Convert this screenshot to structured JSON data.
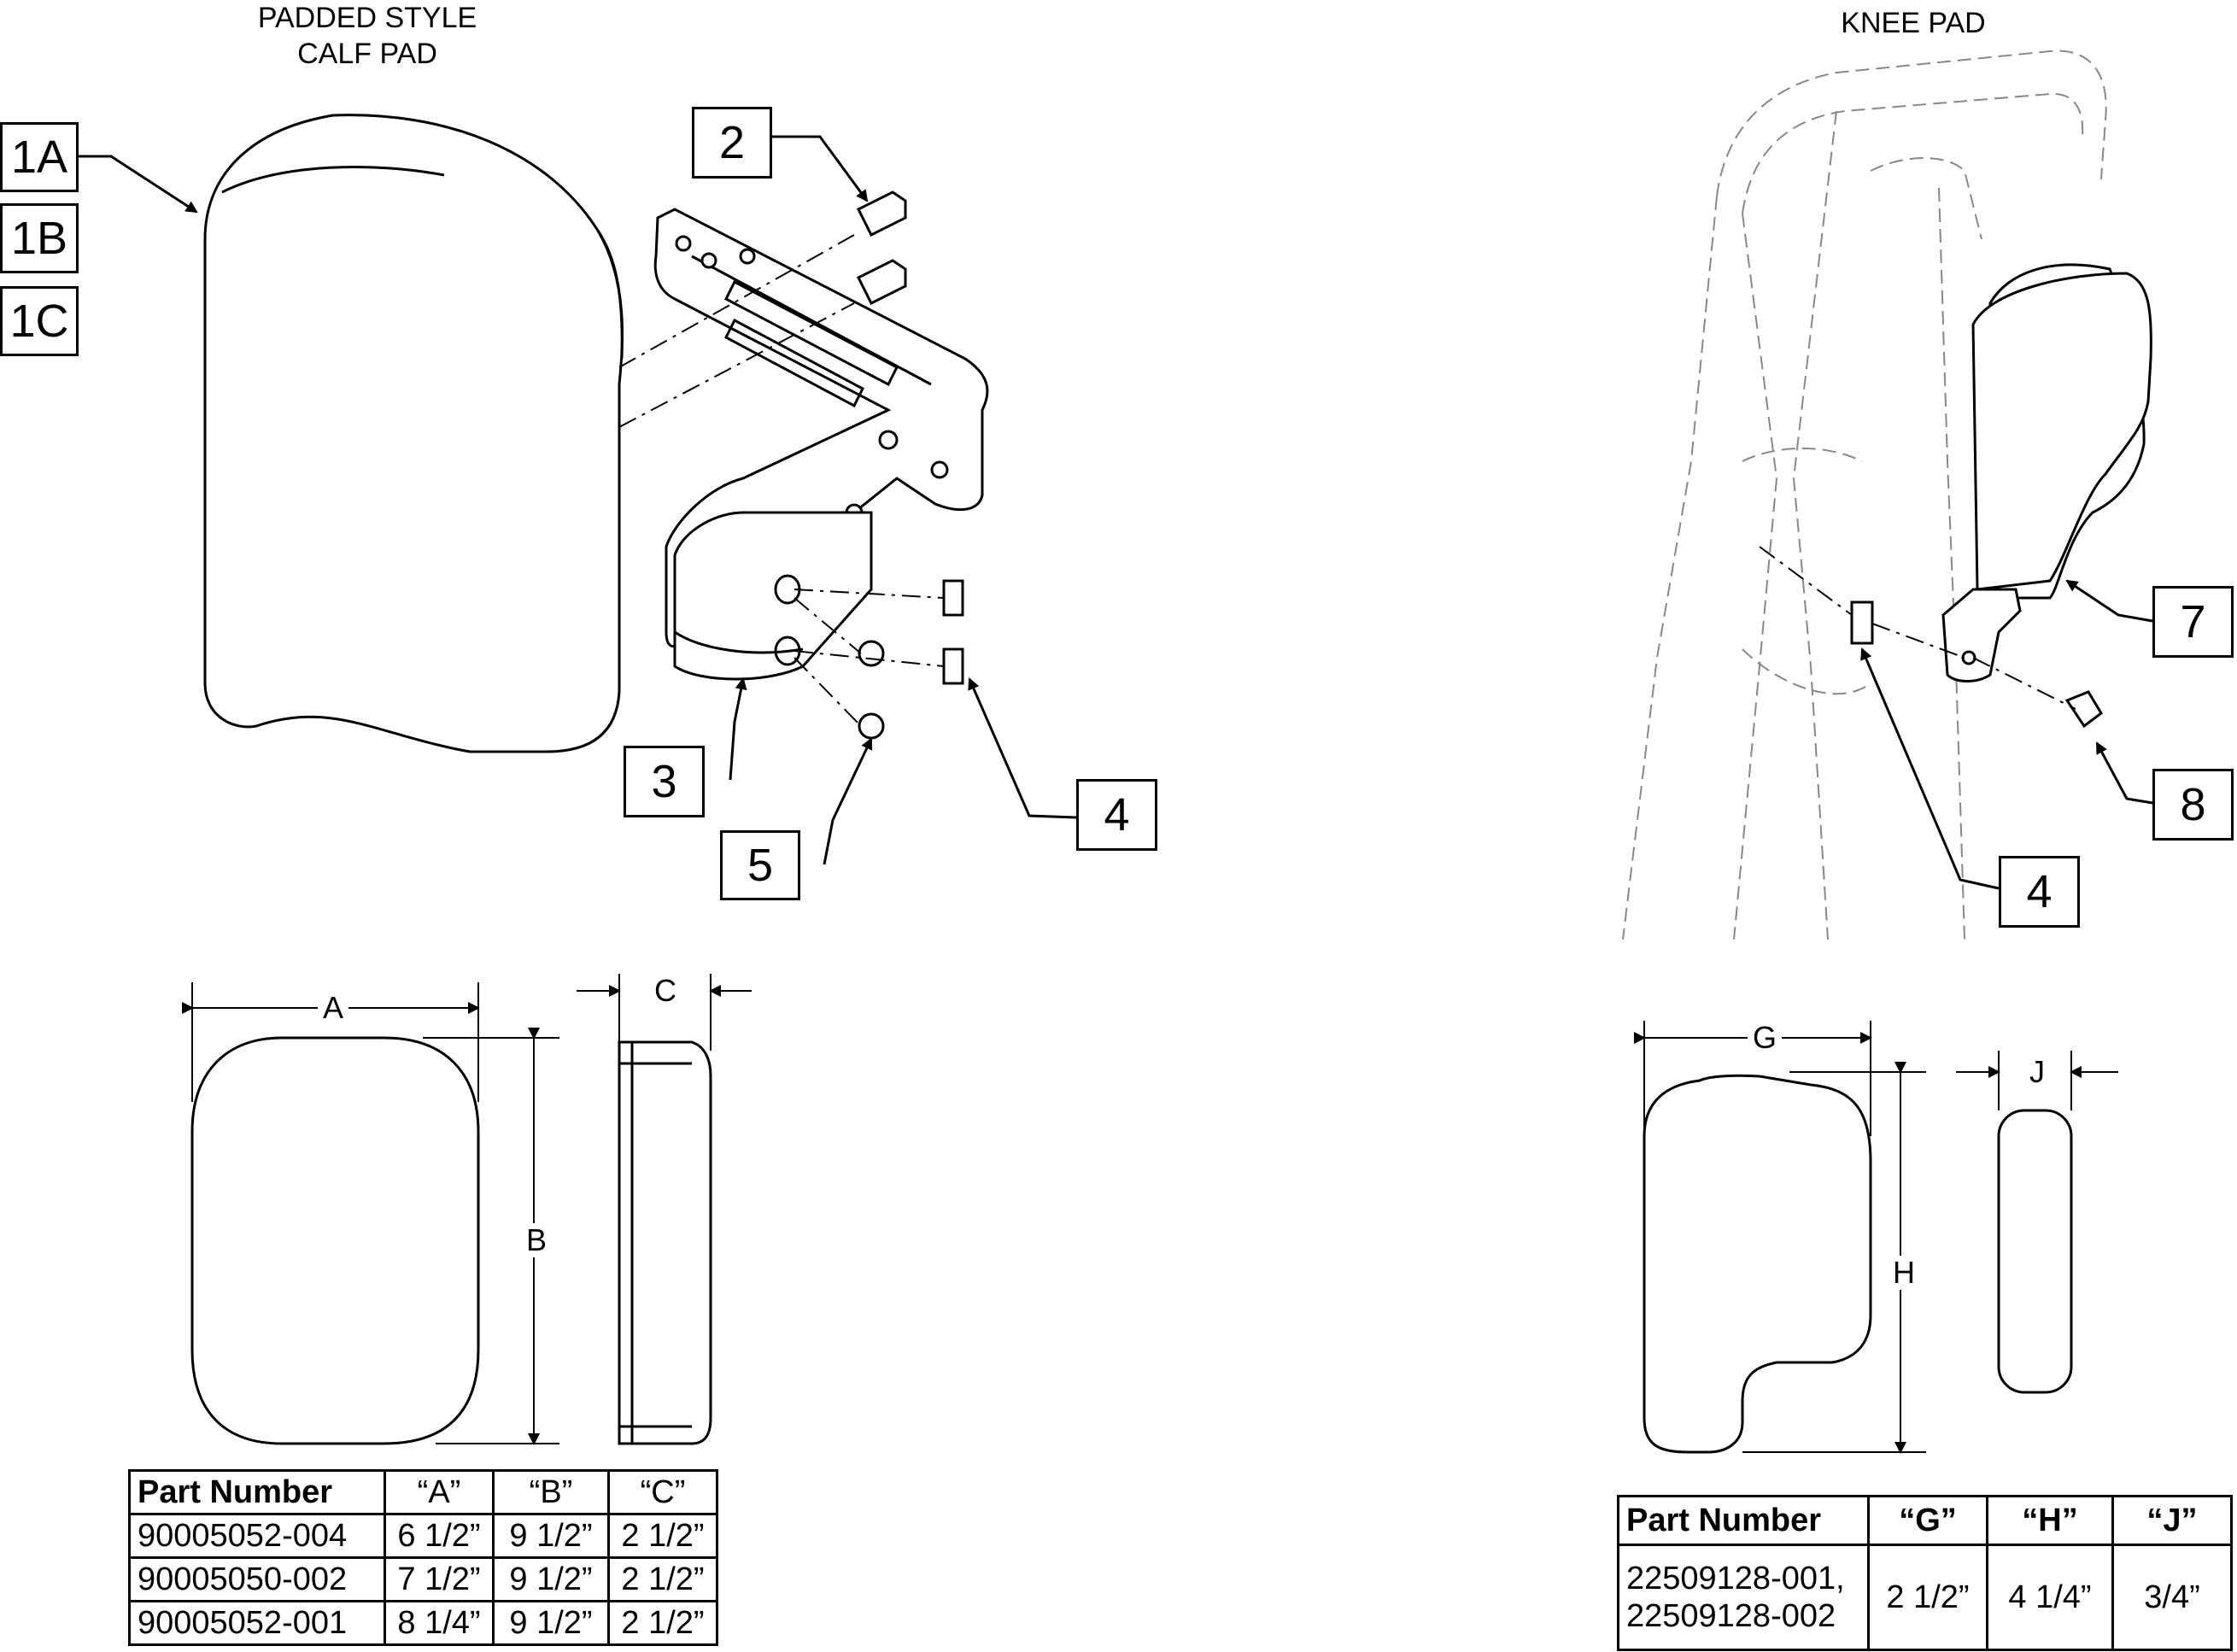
{
  "titles": {
    "calf_line1": "PADDED STYLE",
    "calf_line2": "CALF PAD",
    "knee": "KNEE PAD"
  },
  "callouts": {
    "c1a": "1A",
    "c1b": "1B",
    "c1c": "1C",
    "c2": "2",
    "c3": "3",
    "c4": "4",
    "c5": "5",
    "c7": "7",
    "c8": "8",
    "c4b": "4"
  },
  "dimensions": {
    "a": "A",
    "b": "B",
    "c": "C",
    "g": "G",
    "h": "H",
    "j": "J"
  },
  "calf_table": {
    "headers": [
      "Part Number",
      "“A”",
      "“B”",
      "“C”"
    ],
    "rows": [
      [
        "90005052-004",
        "6 1/2”",
        "9 1/2”",
        "2 1/2”"
      ],
      [
        "90005050-002",
        "7 1/2”",
        "9 1/2”",
        "2 1/2”"
      ],
      [
        "90005052-001",
        "8 1/4”",
        "9 1/2”",
        "2 1/2”"
      ]
    ]
  },
  "knee_table": {
    "headers": [
      "Part Number",
      "“G”",
      "“H”",
      "“J”"
    ],
    "rows": [
      [
        "22509128-001, 22509128-002",
        "2 1/2”",
        "4 1/4”",
        "3/4”"
      ]
    ],
    "part_line1": "22509128-001,",
    "part_line2": "22509128-002"
  }
}
